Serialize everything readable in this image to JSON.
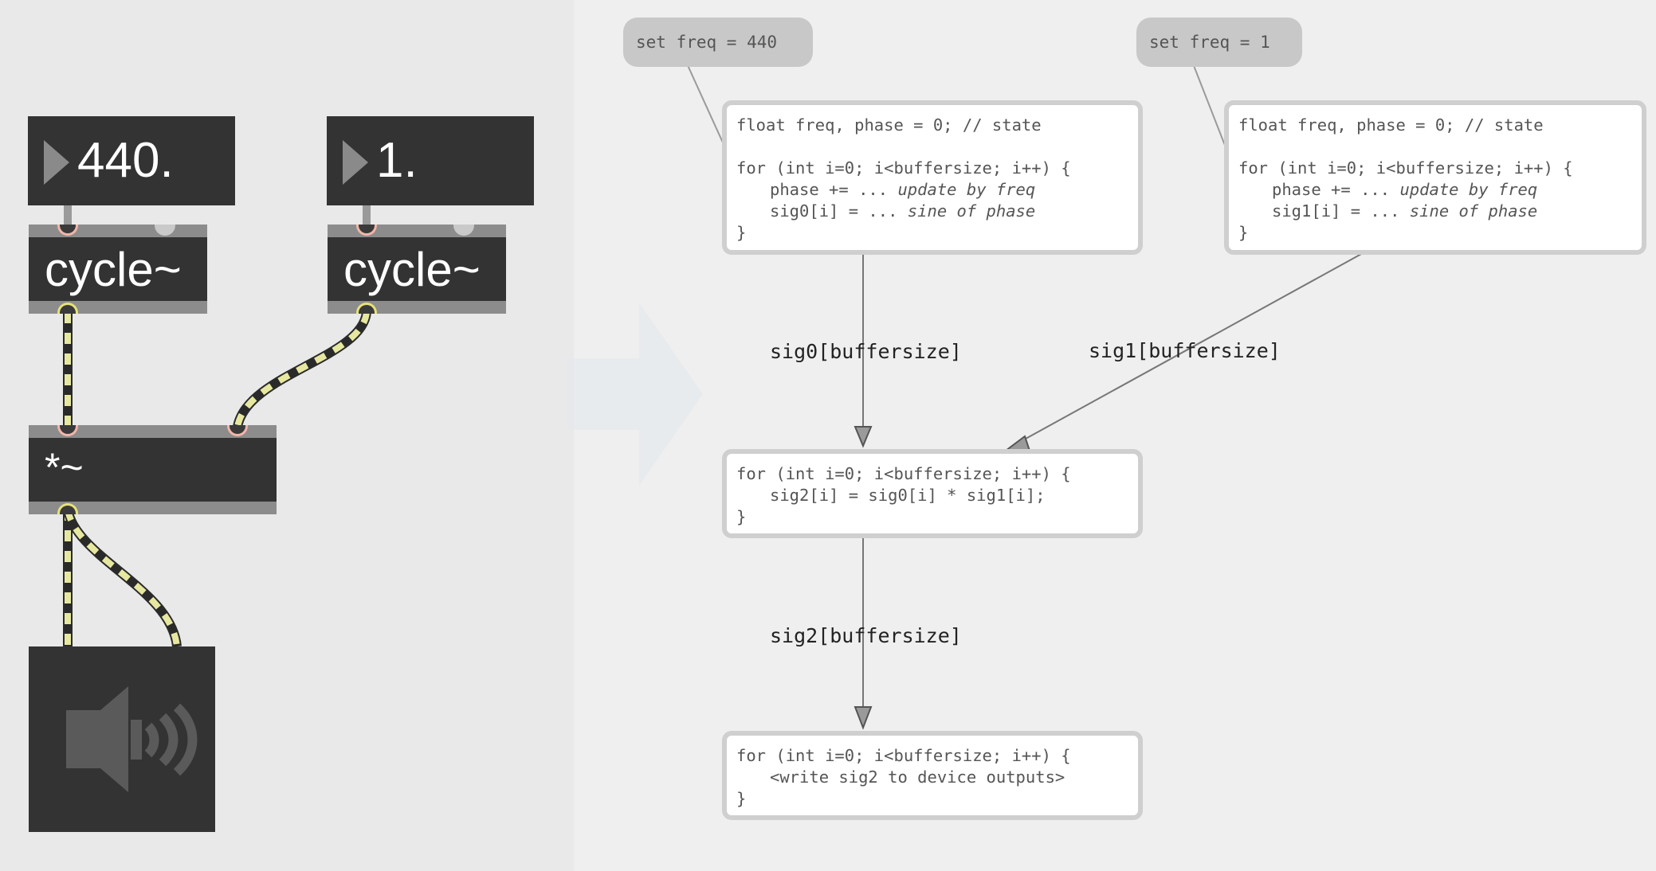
{
  "patcher": {
    "number_boxes": [
      {
        "value": "440."
      },
      {
        "value": "1."
      }
    ],
    "oscillators": [
      {
        "label": "cycle~"
      },
      {
        "label": "cycle~"
      }
    ],
    "multiply": {
      "label": "*~"
    },
    "output": {
      "icon": "speaker-icon"
    }
  },
  "messages": [
    {
      "text": "set freq = 440"
    },
    {
      "text": "set freq = 1"
    }
  ],
  "code_boxes": {
    "osc0": {
      "line1": "float freq, phase = 0; // state",
      "line2": "for (int i=0; i<buffersize; i++) {",
      "line3_code": "phase += ... ",
      "line3_comment": "update by freq",
      "line4_code": "sig0[i] = ... ",
      "line4_comment": "sine of phase",
      "line5": "}"
    },
    "osc1": {
      "line1": "float freq, phase = 0; // state",
      "line2": "for (int i=0; i<buffersize; i++) {",
      "line3_code": "phase += ... ",
      "line3_comment": "update by freq",
      "line4_code": "sig1[i] = ... ",
      "line4_comment": "sine of phase",
      "line5": "}"
    },
    "mul": {
      "line1": "for (int i=0; i<buffersize; i++) {",
      "line2": "sig2[i] = sig0[i] * sig1[i];",
      "line3": "}"
    },
    "out": {
      "line1": "for (int i=0; i<buffersize; i++) {",
      "line2": "<write sig2 to device outputs>",
      "line3": "}"
    }
  },
  "edges": {
    "sig0": "sig0[buffersize]",
    "sig1": "sig1[buffersize]",
    "sig2": "sig2[buffersize]"
  },
  "colors": {
    "object_fill": "#333333",
    "patch_cord": "#e6e8a0",
    "code_border": "#cfcfcf",
    "message_fill": "#c8c8c8"
  }
}
